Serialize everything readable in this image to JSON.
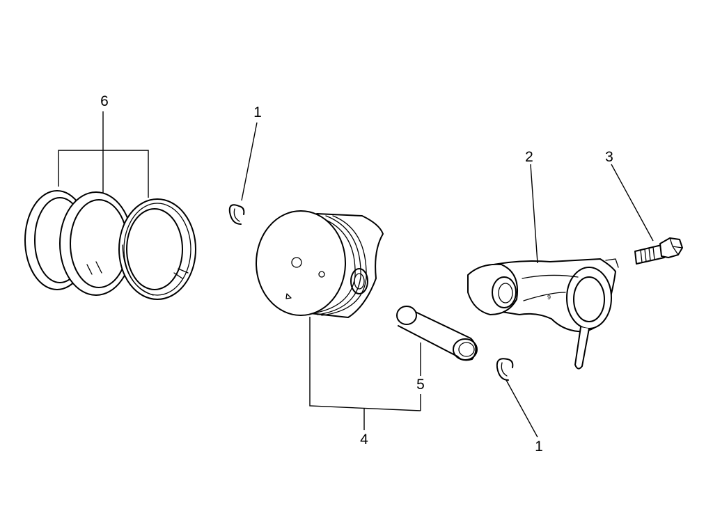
{
  "callouts": {
    "ring_set": "6",
    "circlip_upper": "1",
    "circlip_lower": "1",
    "con_rod": "2",
    "bolt": "3",
    "piston": "4",
    "pin": "5"
  },
  "icons": {
    "piston_rings": "piston-rings-icon",
    "circlip": "circlip-icon",
    "piston": "piston-icon",
    "piston_pin": "piston-pin-icon",
    "connecting_rod": "connecting-rod-icon",
    "bolt": "bolt-icon"
  },
  "colors": {
    "ink": "#000000",
    "paper": "#ffffff"
  }
}
